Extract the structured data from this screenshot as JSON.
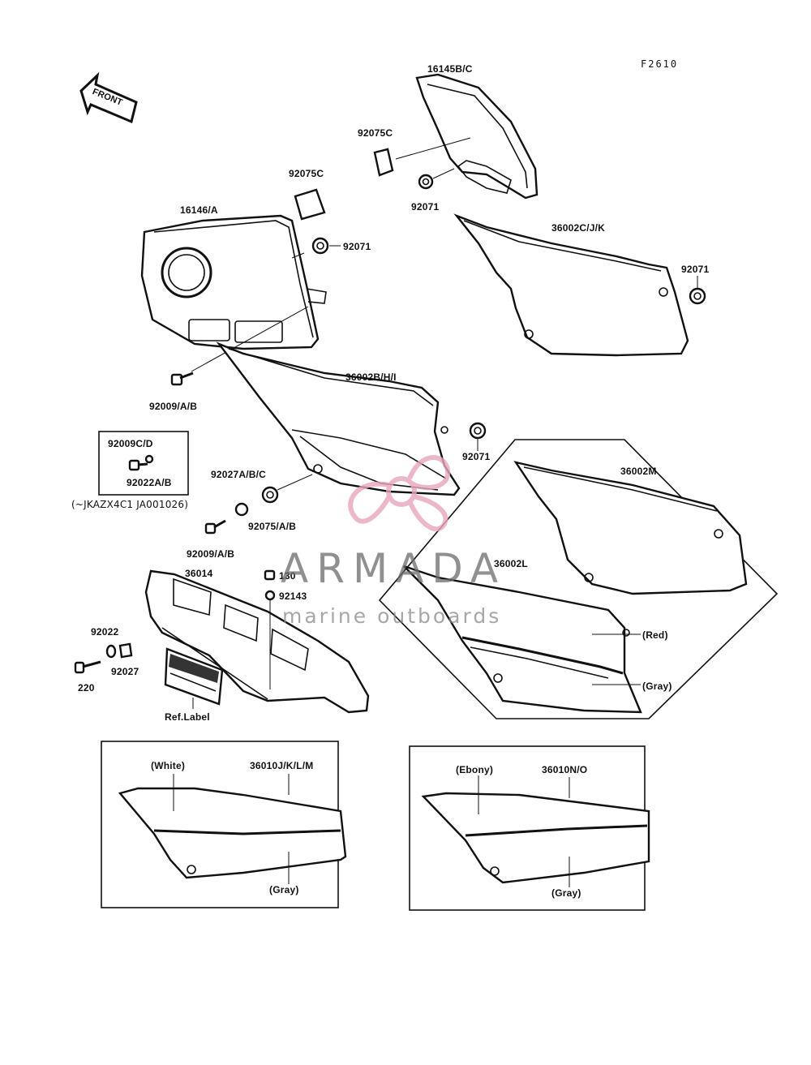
{
  "figure_code": "F2610",
  "front_label": "FRONT",
  "watermark": {
    "name": "ARMADA",
    "sub": "marine outboards",
    "logo_color": "#e8a6bd"
  },
  "labels": {
    "p16145": "16145B/C",
    "p92075c_top": "92075C",
    "p92071_top": "92071",
    "p36002c": "36002C/J/K",
    "p92071_right": "92071",
    "p92075c_mid": "92075C",
    "p16146": "16146/A",
    "p92071_mid": "92071",
    "p92009_top": "92009/A/B",
    "p36002b": "36002B/H/I",
    "p92071_low": "92071",
    "p92009cd": "92009C/D",
    "p92022ab": "92022A/B",
    "vin_note": "(~JKAZX4C1 JA001026)",
    "p92027abc": "92027A/B/C",
    "p92075ab": "92075/A/B",
    "p92009_low": "92009/A/B",
    "p36014": "36014",
    "p130": "130",
    "p92143": "92143",
    "p92022": "92022",
    "p92027": "92027",
    "p220": "220",
    "ref_label": "Ref.Label",
    "p36002m": "36002M",
    "p36002l": "36002L",
    "red": "(Red)",
    "gray_l": "(Gray)",
    "white": "(White)",
    "p36010jklm": "36010J/K/L/M",
    "gray_a": "(Gray)",
    "ebony": "(Ebony)",
    "p36010no": "36010N/O",
    "gray_b": "(Gray)"
  }
}
